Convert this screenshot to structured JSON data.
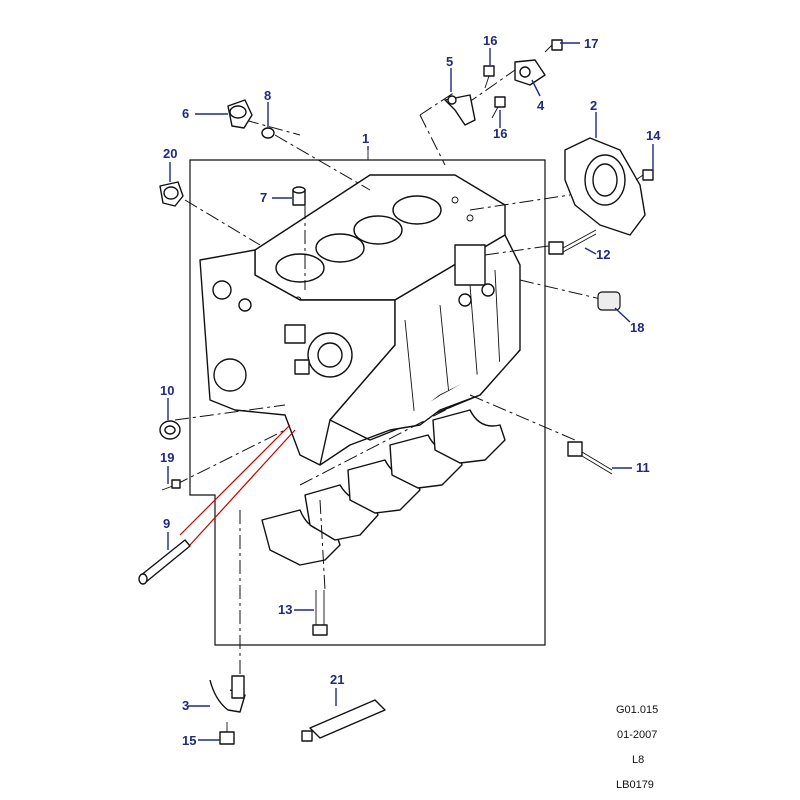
{
  "callouts": {
    "c1": "1",
    "c2": "2",
    "c3": "3",
    "c4": "4",
    "c5": "5",
    "c6": "6",
    "c7": "7",
    "c8": "8",
    "c9": "9",
    "c10": "10",
    "c11": "11",
    "c12": "12",
    "c13": "13",
    "c14": "14",
    "c15": "15",
    "c16a": "16",
    "c16b": "16",
    "c17": "17",
    "c18": "18",
    "c19": "19",
    "c20": "20",
    "c21": "21"
  },
  "reference": {
    "code": "G01.015",
    "date": "01-2007",
    "model": "L8",
    "sheet": "LB0179"
  },
  "colors": {
    "callout": "#1f2a80",
    "line": "#111111",
    "highlight": "#c40000"
  }
}
